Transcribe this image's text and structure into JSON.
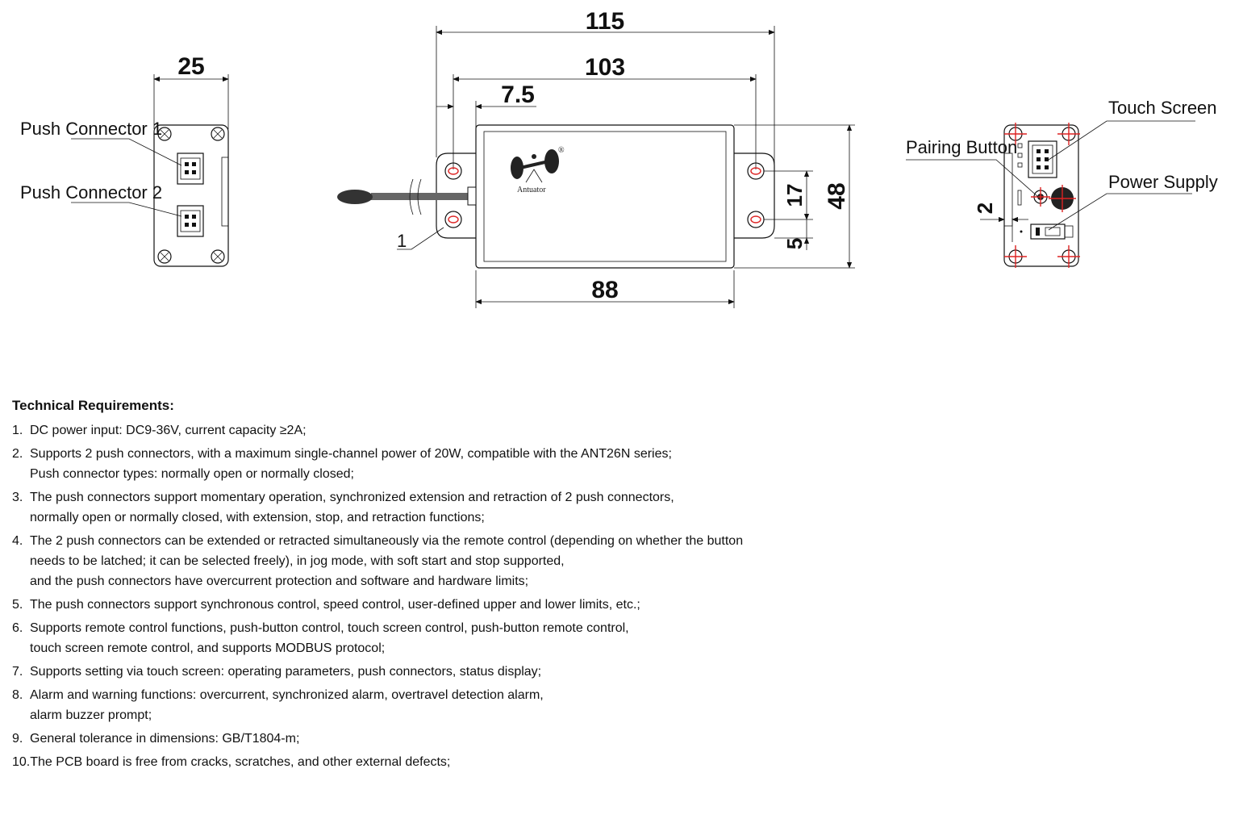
{
  "dimensions": {
    "side_width": "25",
    "overall_length": "115",
    "hole_spacing": "103",
    "flange_offset": "7.5",
    "body_length": "88",
    "height": "48",
    "hole_vertical_spacing": "17",
    "hole_bottom_offset": "5",
    "end_offset": "2"
  },
  "callouts": {
    "push_connector_1": "Push Connector 1",
    "push_connector_2": "Push Connector 2",
    "touch_screen": "Touch Screen",
    "pairing_button": "Pairing Button",
    "power_supply": "Power Supply",
    "item_1": "1"
  },
  "logo": {
    "brand": "Antuator",
    "registered": "®"
  },
  "requirements": {
    "title": "Technical Requirements:",
    "items": [
      {
        "num": "1.",
        "lines": [
          "DC power input: DC9-36V, current capacity ≥2A;"
        ]
      },
      {
        "num": "2.",
        "lines": [
          "Supports 2 push connectors, with a maximum single-channel power of 20W, compatible with the ANT26N series;",
          "Push connector types: normally open or normally closed;"
        ]
      },
      {
        "num": "3.",
        "lines": [
          "The push connectors support momentary operation, synchronized extension and retraction of 2 push connectors,",
          "normally open or normally closed, with extension, stop, and retraction functions;"
        ]
      },
      {
        "num": "4.",
        "lines": [
          "The 2 push connectors can be extended or retracted simultaneously via the remote control (depending on whether the button",
          "needs to be latched; it can be selected freely), in jog mode, with soft start and stop supported,",
          "and the push connectors have overcurrent protection and software and hardware limits;"
        ]
      },
      {
        "num": "5.",
        "lines": [
          "The push connectors support synchronous control, speed control, user-defined upper and lower limits, etc.;"
        ]
      },
      {
        "num": "6.",
        "lines": [
          "Supports remote control functions, push-button control, touch screen control, push-button remote control,",
          "touch screen remote control, and supports MODBUS protocol;"
        ]
      },
      {
        "num": "7.",
        "lines": [
          "Supports setting via touch screen: operating parameters, push connectors, status display;"
        ]
      },
      {
        "num": "8.",
        "lines": [
          "Alarm and warning functions: overcurrent, synchronized alarm, overtravel detection alarm,",
          "alarm buzzer prompt;"
        ]
      },
      {
        "num": "9.",
        "lines": [
          "General tolerance in dimensions: GB/T1804-m;"
        ]
      },
      {
        "num": "10.",
        "lines": [
          "The PCB board is free from cracks, scratches, and other external defects;"
        ]
      }
    ]
  }
}
